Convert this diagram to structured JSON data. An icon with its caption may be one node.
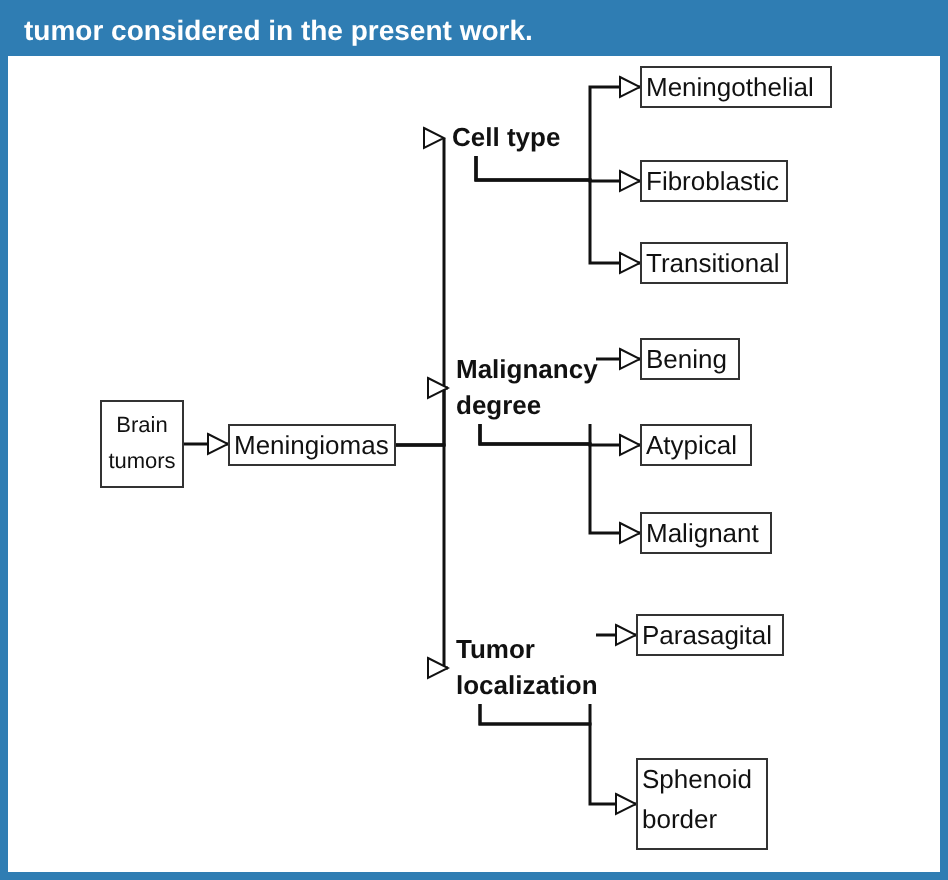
{
  "diagram": {
    "title": "tumor considered in the present work.",
    "nodes": [
      {
        "text": [
          "Brain tumors"
        ]
      },
      {
        "text": [
          "Meningiomas"
        ]
      },
      {
        "text": [
          "Cell type"
        ]
      },
      {
        "text": [
          "Meningothelial"
        ]
      },
      {
        "text": [
          "Fibroblastic"
        ]
      },
      {
        "text": [
          "Transitional"
        ]
      },
      {
        "text": [
          "Malignancy degree"
        ]
      },
      {
        "text": [
          "Bening"
        ]
      },
      {
        "text": [
          "Atypical"
        ]
      },
      {
        "text": [
          "Malignant"
        ]
      },
      {
        "text": [
          "Tumor localization"
        ]
      },
      {
        "text": [
          "Parasagital"
        ]
      },
      {
        "text": [
          "Sphenoid border"
        ]
      }
    ],
    "edges": [
      {
        "from": 0,
        "to": 1,
        "arrow": "to"
      },
      {
        "from": 1,
        "to": 2,
        "arrow": "to"
      },
      {
        "from": 1,
        "to": 6,
        "arrow": "to"
      },
      {
        "from": 1,
        "to": 10,
        "arrow": "to"
      },
      {
        "from": 2,
        "to": 3,
        "arrow": "to"
      },
      {
        "from": 2,
        "to": 4,
        "arrow": "to"
      },
      {
        "from": 2,
        "to": 5,
        "arrow": "to"
      },
      {
        "from": 6,
        "to": 7,
        "arrow": "to"
      },
      {
        "from": 6,
        "to": 8,
        "arrow": "to"
      },
      {
        "from": 6,
        "to": 9,
        "arrow": "to"
      },
      {
        "from": 10,
        "to": 11,
        "arrow": "to"
      },
      {
        "from": 10,
        "to": 12,
        "arrow": "to"
      }
    ]
  }
}
